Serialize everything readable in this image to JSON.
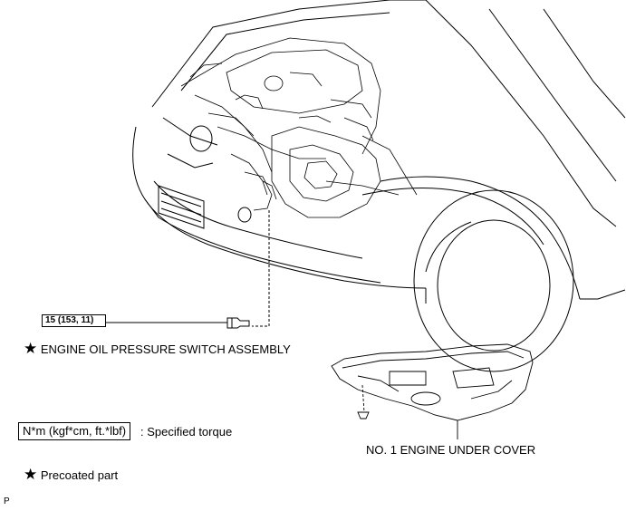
{
  "callouts": {
    "torque_value": "15 (153, 11)",
    "oil_switch_star": "★",
    "oil_switch_label": "ENGINE OIL PRESSURE SWITCH ASSEMBLY",
    "under_cover_label": "NO. 1 ENGINE UNDER COVER"
  },
  "legend": {
    "torque_box": "N*m (kgf*cm, ft.*lbf)",
    "torque_desc": ": Specified torque",
    "precoat_star": "★",
    "precoat_desc": "Precoated part"
  },
  "corner_mark": "P"
}
